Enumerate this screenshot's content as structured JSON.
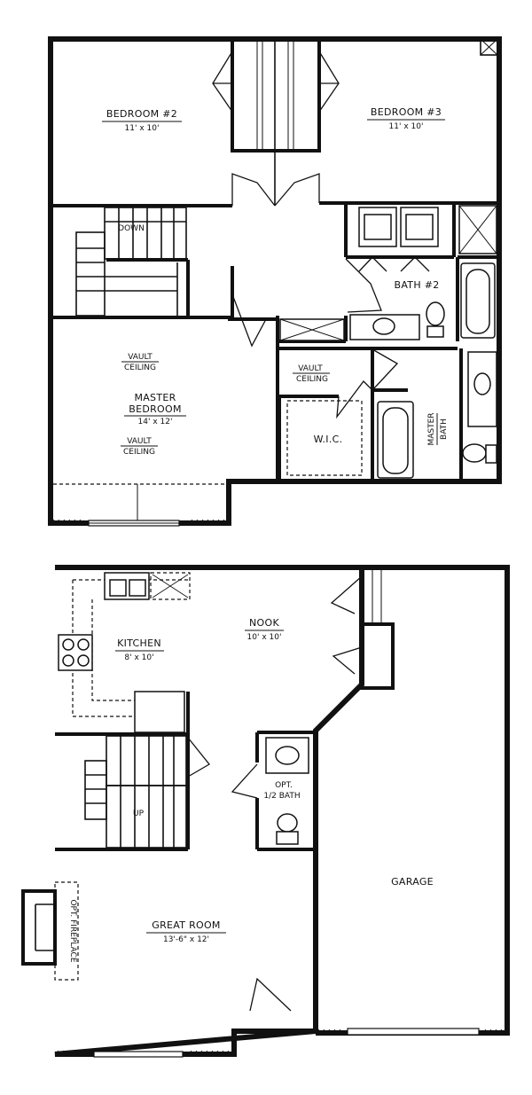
{
  "upper_floor": {
    "bedroom2": {
      "name": "BEDROOM #2",
      "size": "11' x 10'"
    },
    "bedroom3": {
      "name": "BEDROOM #3",
      "size": "11' x 10'"
    },
    "stairs_label": "DOWN",
    "bath2": "BATH #2",
    "vault_ceiling_upper": {
      "line1": "VAULT",
      "line2": "CEILING"
    },
    "master": {
      "line1": "MASTER",
      "line2": "BEDROOM",
      "size": "14' x 12'"
    },
    "vault_ceiling_lower": {
      "line1": "VAULT",
      "line2": "CEILING"
    },
    "vault_ceiling_hall": {
      "line1": "VAULT",
      "line2": "CEILING"
    },
    "wic": "W.I.C.",
    "master_bath": {
      "line1": "MASTER",
      "line2": "BATH"
    }
  },
  "main_floor": {
    "kitchen": {
      "name": "KITCHEN",
      "size": "8' x 10'"
    },
    "nook": {
      "name": "NOOK",
      "size": "10' x 10'"
    },
    "stairs_label": "UP",
    "half_bath": {
      "line1": "OPT.",
      "line2": "1/2 BATH"
    },
    "garage": "GARAGE",
    "great_room": {
      "name": "GREAT ROOM",
      "size": "13'-6\" x 12'"
    },
    "fireplace": "OPT. FIREPLACE"
  }
}
